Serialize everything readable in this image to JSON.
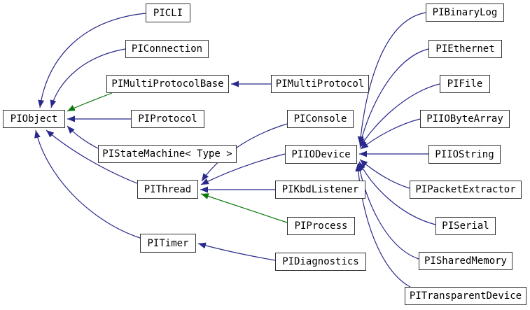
{
  "diagram": {
    "kind": "class-inheritance-graph",
    "colors": {
      "background": "#ffffff",
      "node_fill": "#ffffff",
      "node_border": "#333333",
      "node_text": "#000000",
      "public_inheritance_edge": "#29298c",
      "protected_inheritance_edge": "#0e7a0e"
    },
    "nodes": [
      {
        "id": "piobject",
        "label": "PIObject"
      },
      {
        "id": "picli",
        "label": "PICLI"
      },
      {
        "id": "piconnection",
        "label": "PIConnection"
      },
      {
        "id": "pimultiprotocolbase",
        "label": "PIMultiProtocolBase"
      },
      {
        "id": "piprotocol",
        "label": "PIProtocol"
      },
      {
        "id": "pistatemachine",
        "label": "PIStateMachine< Type >"
      },
      {
        "id": "pithread",
        "label": "PIThread"
      },
      {
        "id": "pitimer",
        "label": "PITimer"
      },
      {
        "id": "pimultiprotocol",
        "label": "PIMultiProtocol"
      },
      {
        "id": "piconsole",
        "label": "PIConsole"
      },
      {
        "id": "piiodevice",
        "label": "PIIODevice"
      },
      {
        "id": "pikbdlistener",
        "label": "PIKbdListener"
      },
      {
        "id": "piprocess",
        "label": "PIProcess"
      },
      {
        "id": "pidiagnostics",
        "label": "PIDiagnostics"
      },
      {
        "id": "pibinarylog",
        "label": "PIBinaryLog"
      },
      {
        "id": "piethernet",
        "label": "PIEthernet"
      },
      {
        "id": "pifile",
        "label": "PIFile"
      },
      {
        "id": "piiobytearray",
        "label": "PIIOByteArray"
      },
      {
        "id": "piiostring",
        "label": "PIIOString"
      },
      {
        "id": "pipacketextractor",
        "label": "PIPacketExtractor"
      },
      {
        "id": "piserial",
        "label": "PISerial"
      },
      {
        "id": "pisharedmemory",
        "label": "PISharedMemory"
      },
      {
        "id": "pitransparentdevice",
        "label": "PITransparentDevice"
      }
    ],
    "edges": [
      {
        "from": "picli",
        "to": "piobject",
        "type": "public"
      },
      {
        "from": "piconnection",
        "to": "piobject",
        "type": "public"
      },
      {
        "from": "pimultiprotocolbase",
        "to": "piobject",
        "type": "protected"
      },
      {
        "from": "piprotocol",
        "to": "piobject",
        "type": "public"
      },
      {
        "from": "pistatemachine",
        "to": "piobject",
        "type": "public"
      },
      {
        "from": "pithread",
        "to": "piobject",
        "type": "public"
      },
      {
        "from": "pitimer",
        "to": "piobject",
        "type": "public"
      },
      {
        "from": "pimultiprotocol",
        "to": "pimultiprotocolbase",
        "type": "public"
      },
      {
        "from": "piconsole",
        "to": "pithread",
        "type": "public"
      },
      {
        "from": "piiodevice",
        "to": "pithread",
        "type": "public"
      },
      {
        "from": "pikbdlistener",
        "to": "pithread",
        "type": "public"
      },
      {
        "from": "piprocess",
        "to": "pithread",
        "type": "protected"
      },
      {
        "from": "pidiagnostics",
        "to": "pitimer",
        "type": "public"
      },
      {
        "from": "pibinarylog",
        "to": "piiodevice",
        "type": "public"
      },
      {
        "from": "piethernet",
        "to": "piiodevice",
        "type": "public"
      },
      {
        "from": "pifile",
        "to": "piiodevice",
        "type": "public"
      },
      {
        "from": "piiobytearray",
        "to": "piiodevice",
        "type": "public"
      },
      {
        "from": "piiostring",
        "to": "piiodevice",
        "type": "public"
      },
      {
        "from": "pipacketextractor",
        "to": "piiodevice",
        "type": "public"
      },
      {
        "from": "piserial",
        "to": "piiodevice",
        "type": "public"
      },
      {
        "from": "pisharedmemory",
        "to": "piiodevice",
        "type": "public"
      },
      {
        "from": "pitransparentdevice",
        "to": "piiodevice",
        "type": "public"
      }
    ]
  }
}
